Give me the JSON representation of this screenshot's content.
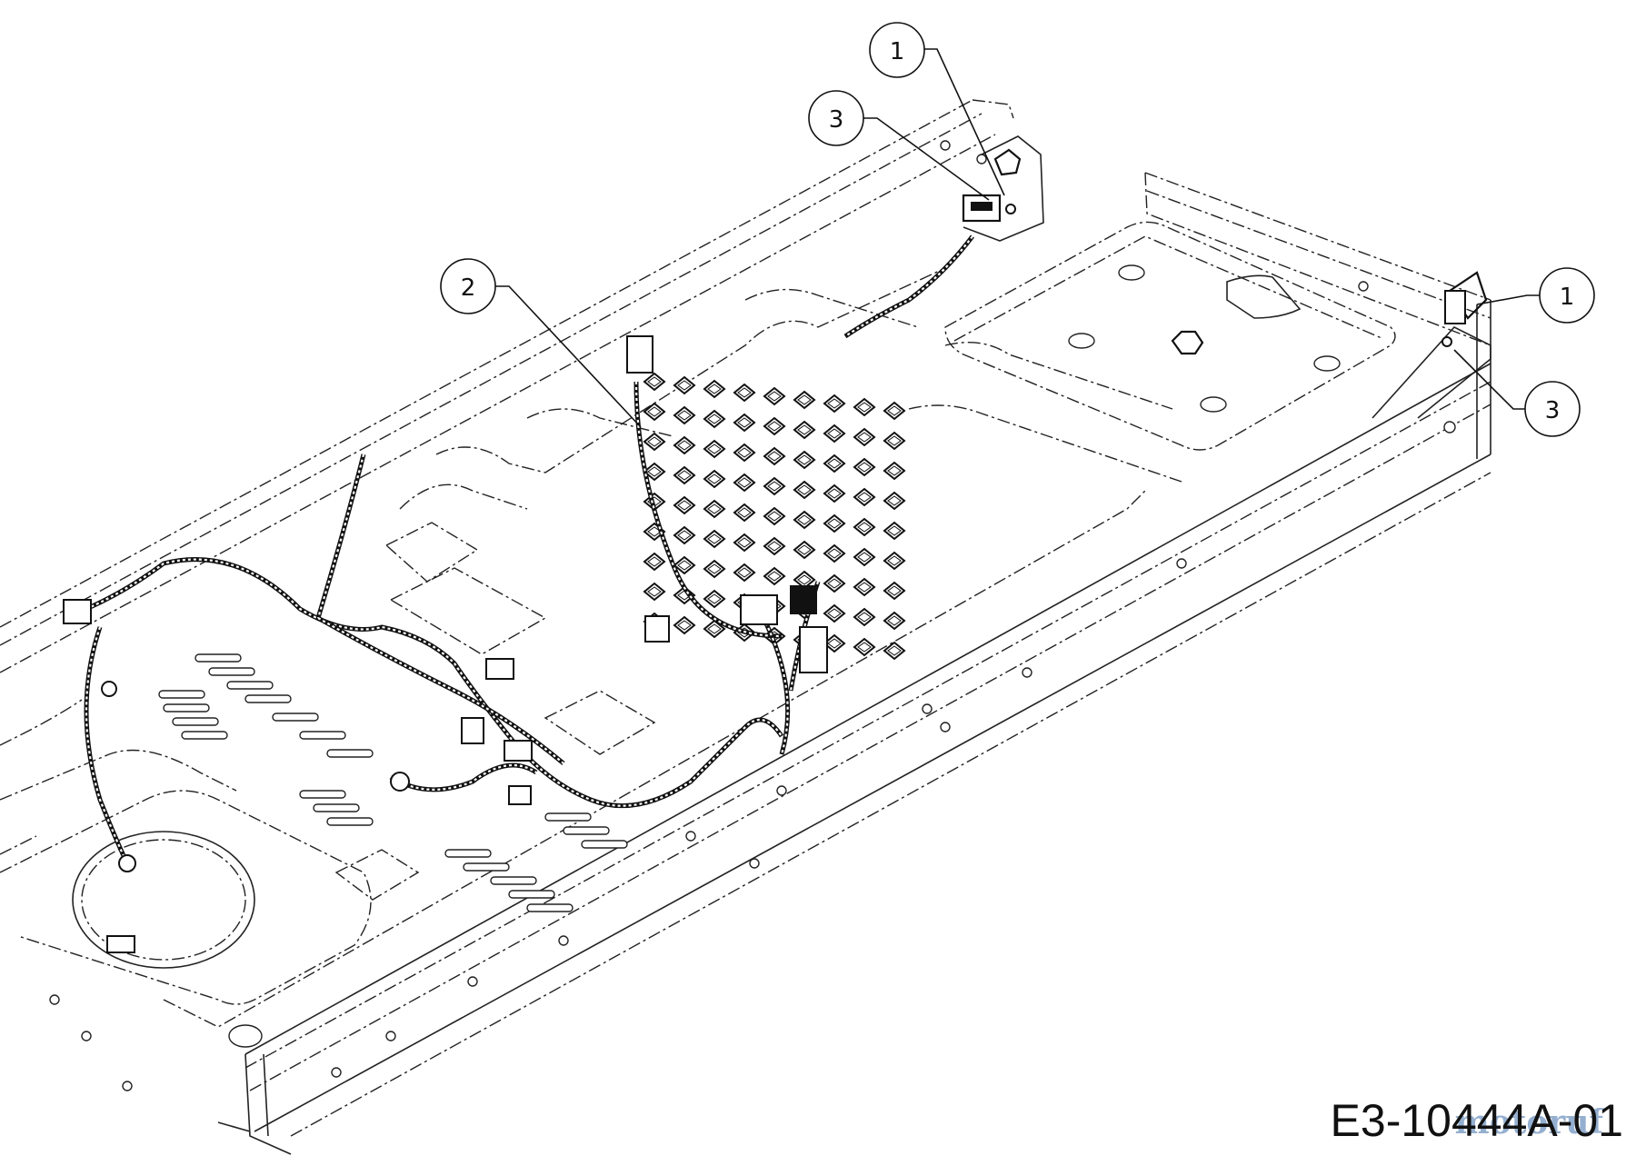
{
  "diagram": {
    "drawing_number": "E3-10444A-01",
    "watermark": "motoruf",
    "callouts": [
      {
        "label": "1"
      },
      {
        "label": "3"
      },
      {
        "label": "2"
      },
      {
        "label": "1"
      },
      {
        "label": "3"
      }
    ]
  }
}
